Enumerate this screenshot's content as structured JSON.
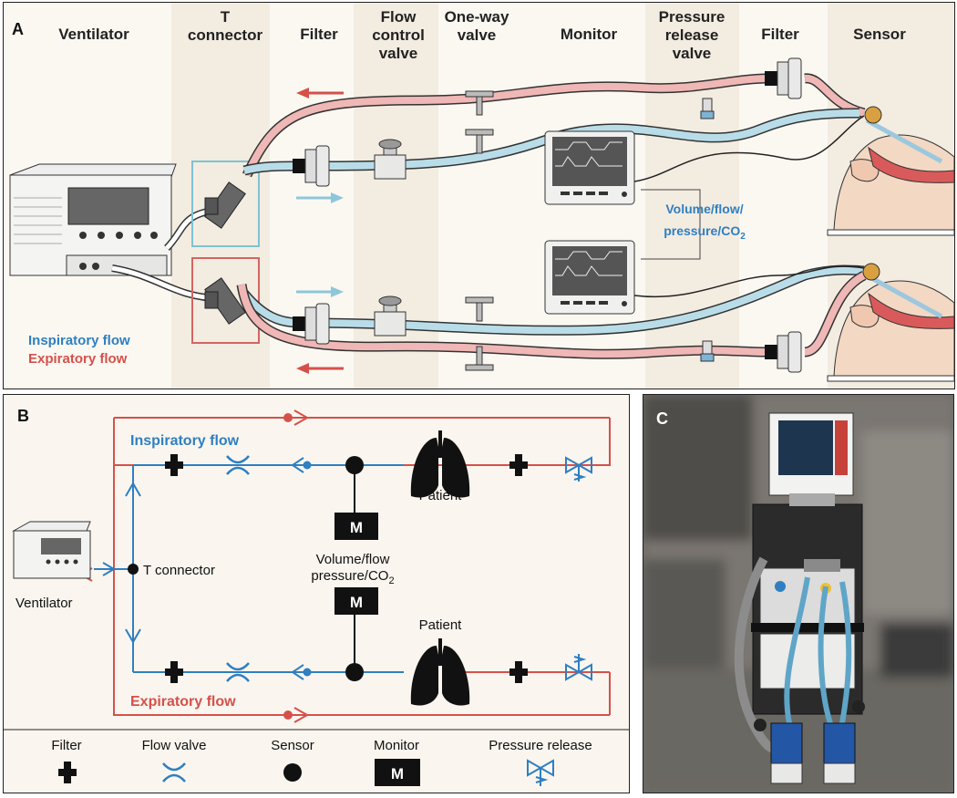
{
  "panel_a": {
    "label": "A",
    "columns": [
      "Ventilator",
      "T connector",
      "Filter",
      "Flow control valve",
      "One-way valve",
      "Monitor",
      "Pressure release valve",
      "Filter",
      "Sensor"
    ],
    "monitor_label_lines": [
      "Volume/flow/",
      "pressure/CO"
    ],
    "monitor_label_sub": "2",
    "legend": {
      "inspiratory": "Inspiratory flow",
      "expiratory": "Expiratory flow"
    }
  },
  "panel_b": {
    "label": "B",
    "inspiratory_label": "Inspiratory flow",
    "expiratory_label": "Expiratory flow",
    "ventilator_label": "Ventilator",
    "t_connector_label": "T connector",
    "patient_label": "Patient",
    "monitor_symbol": "M",
    "monitor_text_lines": [
      "Volume/flow",
      "pressure/CO"
    ],
    "monitor_text_sub": "2",
    "legend": [
      "Filter",
      "Flow valve",
      "Sensor",
      "Monitor",
      "Pressure release"
    ]
  },
  "panel_c": {
    "label": "C"
  },
  "colors": {
    "inspiratory": "#2f7fc2",
    "expiratory": "#d6504a",
    "insp_tube": "#b9dde8",
    "exp_tube": "#efb7b5",
    "panel_bg": "#faf6ef"
  }
}
